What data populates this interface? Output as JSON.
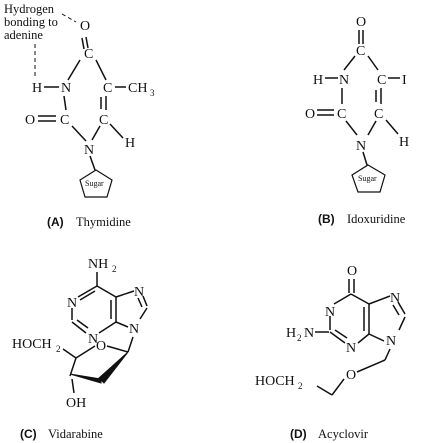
{
  "panels": {
    "a": {
      "letter": "(A)",
      "name": "Thymidine",
      "note_line1": "Hydrogen",
      "note_line2": "bonding to",
      "note_line3": "adenine",
      "atoms": {
        "o_top": "O",
        "h_left": "H",
        "n_left": "N",
        "c_top": "C",
        "c_right": "C",
        "ch": "CH",
        "ch_sub": "3",
        "o_left": "O",
        "c_bl": "C",
        "c_br": "C",
        "h_right": "H",
        "n_bottom": "N"
      },
      "sugar": "Sugar"
    },
    "b": {
      "letter": "(B)",
      "name": "Idoxuridine",
      "atoms": {
        "o_top": "O",
        "c_top": "C",
        "h_left": "H",
        "n_left": "N",
        "c_right": "C",
        "i_sub": "I",
        "o_left": "O",
        "c_bl": "C",
        "c_br": "C",
        "h_right": "H",
        "n_bottom": "N"
      },
      "sugar": "Sugar"
    },
    "c": {
      "letter": "(C)",
      "name": "Vidarabine",
      "atoms": {
        "nh": "NH",
        "nh_sub": "2",
        "n1": "N",
        "n3": "N",
        "n7": "N",
        "n9": "N",
        "hoch": "HOCH",
        "hoch_sub": "2",
        "o_ring": "O",
        "oh": "OH"
      }
    },
    "d": {
      "letter": "(D)",
      "name": "Acyclovir",
      "atoms": {
        "o_top": "O",
        "n1": "N",
        "h2n_h": "H",
        "h2n_sub": "2",
        "h2n_n": "N",
        "n3": "N",
        "n7": "N",
        "n9": "N",
        "hoch": "HOCH",
        "hoch_sub": "2",
        "o_chain": "O"
      }
    }
  }
}
